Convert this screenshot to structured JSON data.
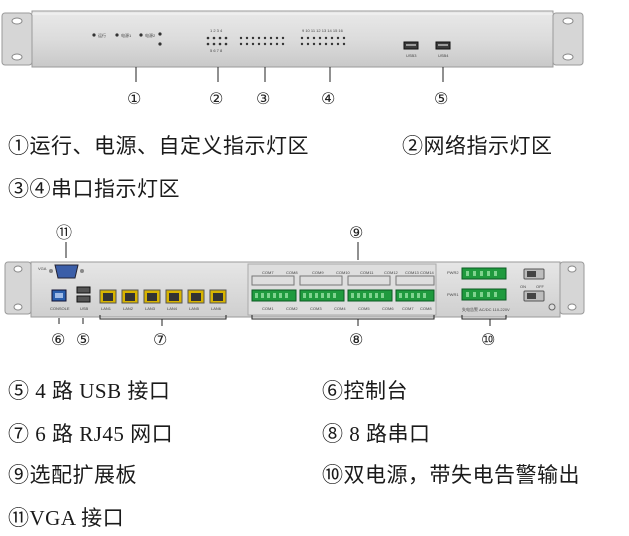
{
  "front_panel": {
    "led_labels": [
      "运行",
      "电源1",
      "电源2"
    ],
    "led_row_top": "1 2 3 4",
    "led_row_mid": "5 6 7 8",
    "led_row_bottom": "9 10 11 12 13 14 15 16",
    "usb_labels": [
      "USB3",
      "USB4"
    ],
    "callouts": [
      "①",
      "②",
      "③",
      "④",
      "⑤"
    ]
  },
  "legend_front": {
    "item1": "①运行、电源、自定义指示灯区",
    "item2": "②网络指示灯区",
    "item3": "③④串口指示灯区"
  },
  "rear_panel": {
    "vga_label": "VGA",
    "console_label": "CONSOLE",
    "usb_label": "USB",
    "lan_labels": [
      "LAN1",
      "LAN2",
      "LAN3",
      "LAN4",
      "LAN5",
      "LAN6"
    ],
    "com_top_labels": [
      "COM7",
      "COM8",
      "COM9",
      "COM10",
      "COM11",
      "COM12",
      "COM13",
      "COM14"
    ],
    "com_bottom_labels": [
      "COM1",
      "COM2",
      "COM3",
      "COM4",
      "COM5",
      "COM6",
      "COM7",
      "COM8"
    ],
    "power_labels": [
      "PWR2",
      "PWR1"
    ],
    "power_note": "失电告警  AC/DC 110-220V",
    "switch_labels": [
      "ON",
      "OFF"
    ],
    "callouts": [
      "⑪",
      "⑨",
      "⑥",
      "⑤",
      "⑦",
      "⑧",
      "⑩"
    ]
  },
  "legend_rear": {
    "item5": "⑤ 4 路 USB 接口",
    "item6": "⑥控制台",
    "item7": "⑦ 6 路 RJ45 网口",
    "item8": "⑧ 8 路串口",
    "item9": "⑨选配扩展板",
    "item10": "⑩双电源，带失电告警输出",
    "item11": "⑪VGA 接口"
  }
}
